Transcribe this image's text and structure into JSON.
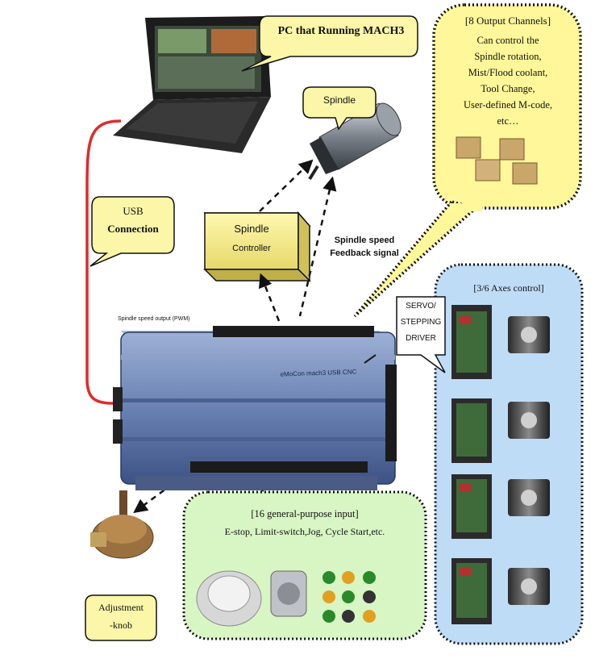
{
  "labels": {
    "pc": "PC that Running MACH3",
    "spindle": "Spindle",
    "controller_title": "Spindle",
    "controller_sub": "Controller",
    "feedback_line1": "Spindle speed",
    "feedback_line2": "Feedback signal",
    "usb_line1": "USB",
    "usb_line2": "Connection",
    "pwm": "Spindle speed output (PWM)",
    "board": "eMoCon mach3 USB CNC",
    "servo_line1": "SERVO/",
    "servo_line2": "STEPPING",
    "servo_line3": "DRIVER",
    "knob_line1": "Adjustment",
    "knob_line2": "-knob"
  },
  "output_box": {
    "title": "[8 Output Channels]",
    "lines": [
      "Can control the",
      "Spindle rotation,",
      "Mist/Flood coolant,",
      "Tool Change,",
      "User-defined M-code,",
      "etc…"
    ]
  },
  "axes_box": {
    "title": "[3/6 Axes control]"
  },
  "input_box": {
    "title": "[16 general-purpose input]",
    "subtitle": "E-stop, Limit-switch,Jog, Cycle Start,etc."
  },
  "colors": {
    "callout_yellow": "#fbf6a8",
    "output_yellow": "#fff79a",
    "axes_blue": "#bfdcf7",
    "input_green": "#d8f5c4",
    "usb_cable": "#e12a2a",
    "board_blue": "#6d86b6",
    "controller_fill": "#fbf29a"
  }
}
